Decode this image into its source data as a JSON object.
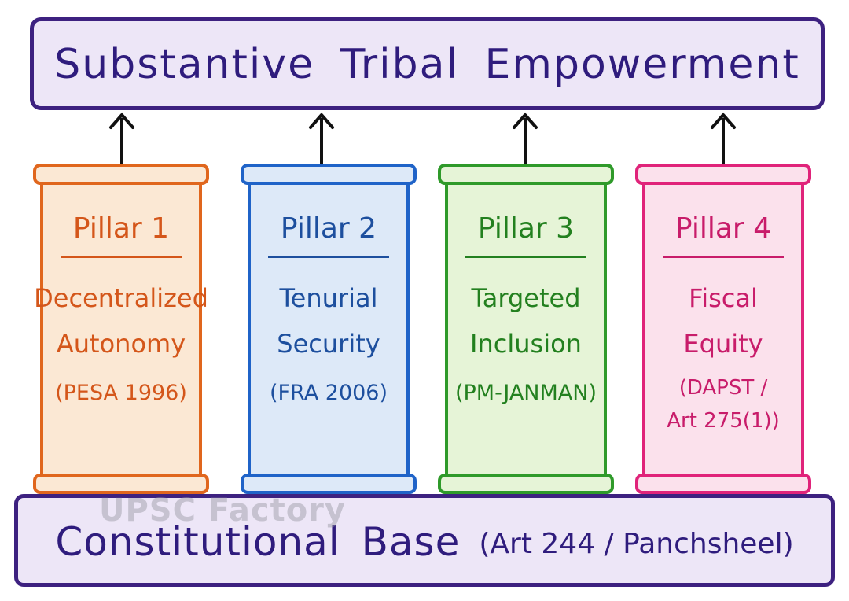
{
  "top": {
    "title": "Substantive Tribal Empowerment"
  },
  "pillars": [
    {
      "heading": "Pillar 1",
      "title_lines": [
        "Decentralized",
        "Autonomy"
      ],
      "sub_lines": [
        "(PESA 1996)"
      ]
    },
    {
      "heading": "Pillar 2",
      "title_lines": [
        "Tenurial",
        "Security"
      ],
      "sub_lines": [
        "(FRA 2006)"
      ]
    },
    {
      "heading": "Pillar 3",
      "title_lines": [
        "Targeted",
        "Inclusion"
      ],
      "sub_lines": [
        "(PM-JANMAN)"
      ]
    },
    {
      "heading": "Pillar 4",
      "title_lines": [
        "Fiscal",
        "Equity"
      ],
      "sub_lines": [
        "(DAPST /",
        "Art 275(1))"
      ]
    }
  ],
  "base": {
    "title": "Constitutional Base",
    "subtitle": "(Art 244 / Panchsheel)"
  },
  "watermark": "UPSC Factory",
  "colors": {
    "frame": "#3d2180",
    "frame_fill": "#ede6f7",
    "pillar1": "#e0661d",
    "pillar2": "#1f63c8",
    "pillar3": "#2f9a2a",
    "pillar4": "#e0237a"
  }
}
